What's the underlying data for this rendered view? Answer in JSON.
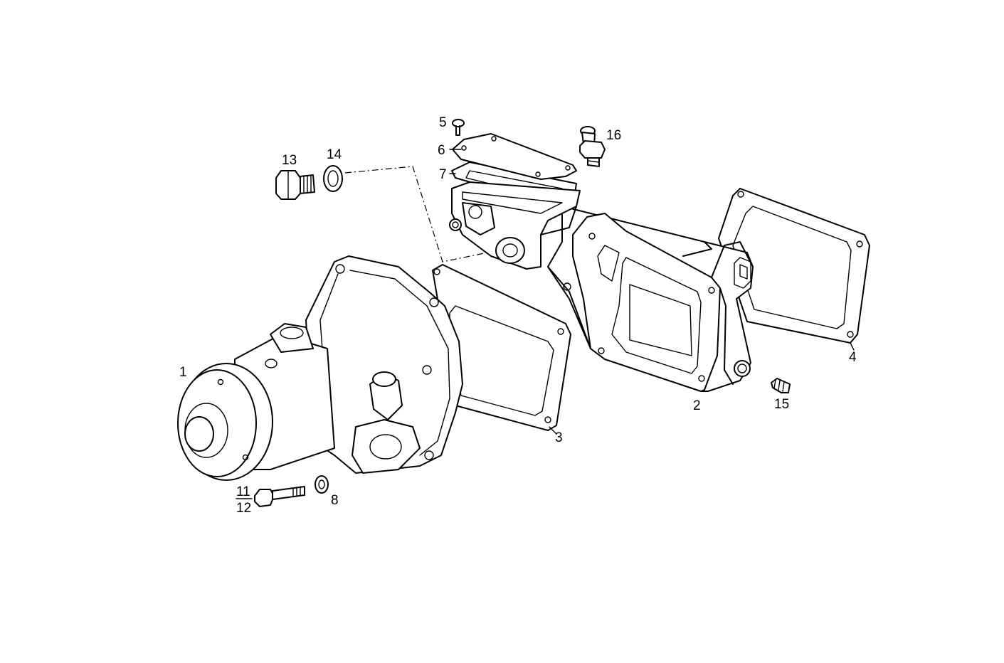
{
  "labels": {
    "p1": "1",
    "p2": "2",
    "p3": "3",
    "p4": "4",
    "p5": "5",
    "p6": "6",
    "p7": "7",
    "p8": "8",
    "p11": "11",
    "p12": "12",
    "p13": "13",
    "p14": "14",
    "p15": "15",
    "p16": "16"
  }
}
